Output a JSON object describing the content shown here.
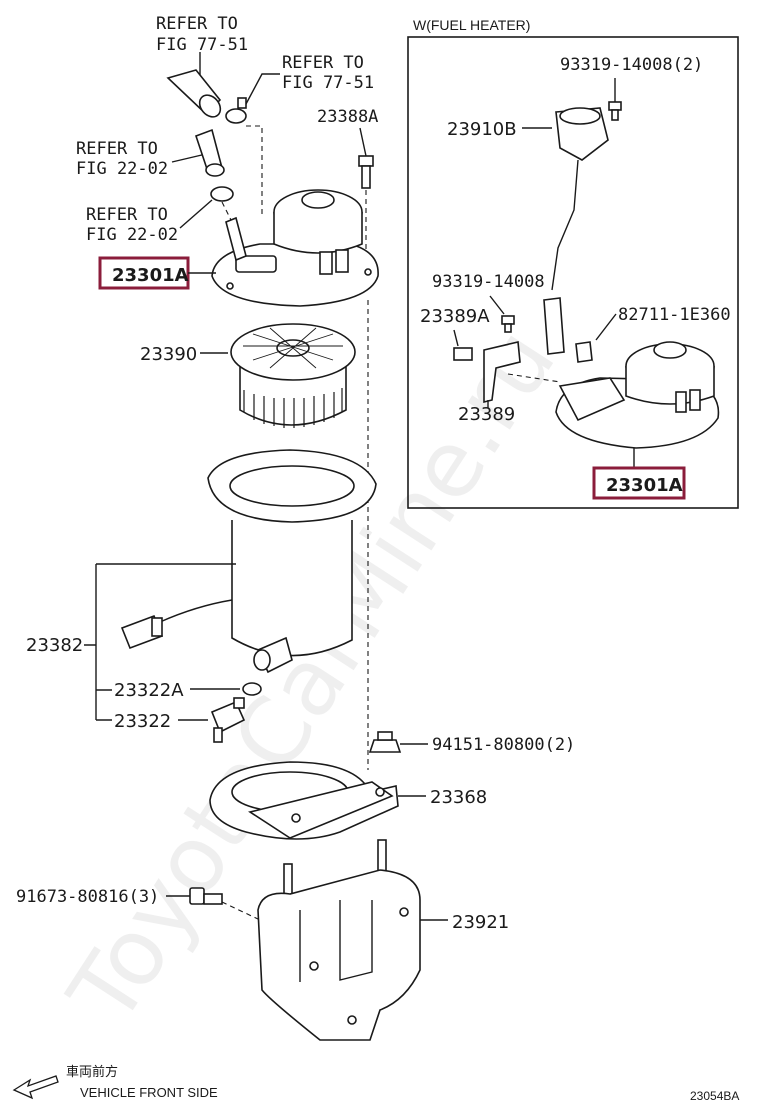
{
  "refs": {
    "fig77_top_a": [
      "REFER TO",
      "FIG 77-51"
    ],
    "fig77_top_b": [
      "REFER TO",
      "FIG 77-51"
    ],
    "fig22_a": [
      "REFER TO",
      "FIG 22-02"
    ],
    "fig22_b": [
      "REFER TO",
      "FIG 22-02"
    ]
  },
  "parts": {
    "p23388A": "23388A",
    "p23301A_main": "23301A",
    "p23390": "23390",
    "p23382": "23382",
    "p23322A": "23322A",
    "p23322": "23322",
    "p94151": "94151-80800(2)",
    "p23368": "23368",
    "p91673": "91673-80816(3)",
    "p23921": "23921"
  },
  "inset": {
    "title": "W(FUEL HEATER)",
    "p93319_2": "93319-14008(2)",
    "p23910B": "23910B",
    "p93319": "93319-14008",
    "p23389A": "23389A",
    "p82711": "82711-1E360",
    "p23389": "23389",
    "p23301A": "23301A"
  },
  "direction": {
    "jp": "車両前方",
    "en": "VEHICLE FRONT SIDE"
  },
  "figure_code": "23054BA",
  "watermark": "ToyotaCarMine.ru",
  "colors": {
    "highlight_box": "#8b1d3b",
    "line": "#1a1a1a"
  }
}
